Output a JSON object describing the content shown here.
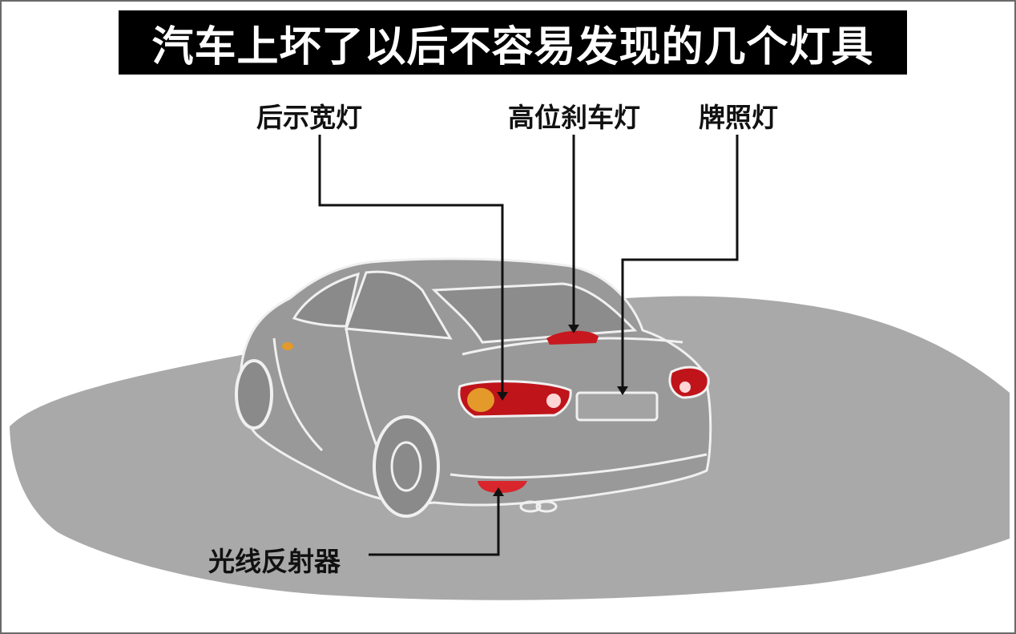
{
  "title": "汽车上坏了以后不容易发现的几个灯具",
  "labels": {
    "tail_position_light": "后示宽灯",
    "high_brake_light": "高位刹车灯",
    "license_plate_light": "牌照灯",
    "rear_reflector": "光线反射器"
  },
  "colors": {
    "title_background": "#000000",
    "title_text": "#ffffff",
    "car_body": "#9a9a9a",
    "outline": "#f2f2f2",
    "tail_light_red": "#c0141b",
    "indicator_amber": "#e39a2a"
  }
}
